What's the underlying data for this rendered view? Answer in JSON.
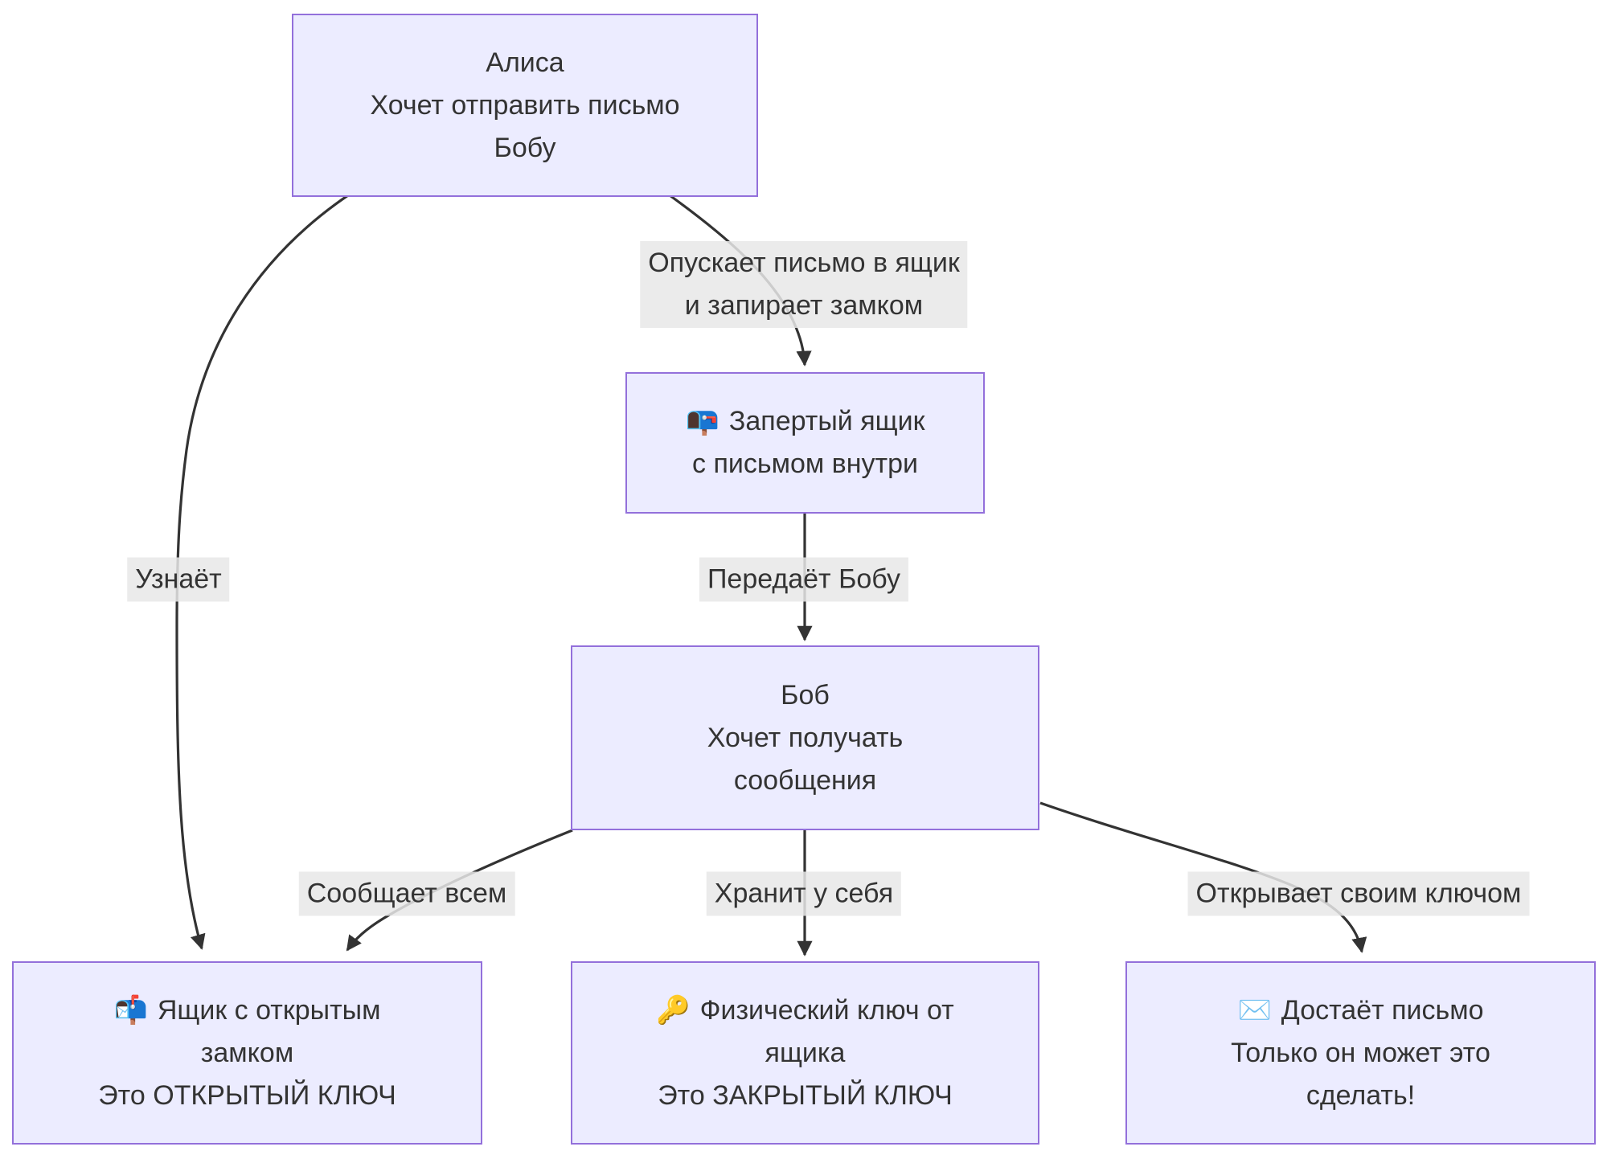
{
  "theme": {
    "background": "#ffffff",
    "node_fill": "#ECECFF",
    "node_border": "#9370DB",
    "text_color": "#333333",
    "edge_color": "#333333",
    "edge_label_bg": "#e8e8e8"
  },
  "nodes": {
    "alice": {
      "lines": [
        "Алиса",
        "Хочет отправить письмо",
        "Бобу"
      ]
    },
    "locked_box": {
      "icon": "📭",
      "lines": [
        "Запертый ящик",
        "с письмом внутри"
      ]
    },
    "bob": {
      "lines": [
        "Боб",
        "Хочет получать",
        "сообщения"
      ]
    },
    "open_box": {
      "icon": "📬",
      "lines": [
        "Ящик с открытым",
        "замком",
        "Это ОТКРЫТЫЙ КЛЮЧ"
      ]
    },
    "private_key": {
      "icon": "🔑",
      "lines": [
        "Физический ключ от",
        "ящика",
        "Это ЗАКРЫТЫЙ КЛЮЧ"
      ]
    },
    "letter": {
      "icon": "✉️",
      "lines": [
        "Достаёт письмо",
        "Только он может это",
        "сделать!"
      ]
    }
  },
  "edge_labels": {
    "drop": {
      "lines": [
        "Опускает письмо в ящик",
        "и запирает замком"
      ]
    },
    "learns": {
      "text": "Узнаёт"
    },
    "hands": {
      "text": "Передаёт Бобу"
    },
    "tells": {
      "text": "Сообщает всем"
    },
    "keeps": {
      "text": "Хранит у себя"
    },
    "opens": {
      "text": "Открывает своим ключом"
    }
  }
}
